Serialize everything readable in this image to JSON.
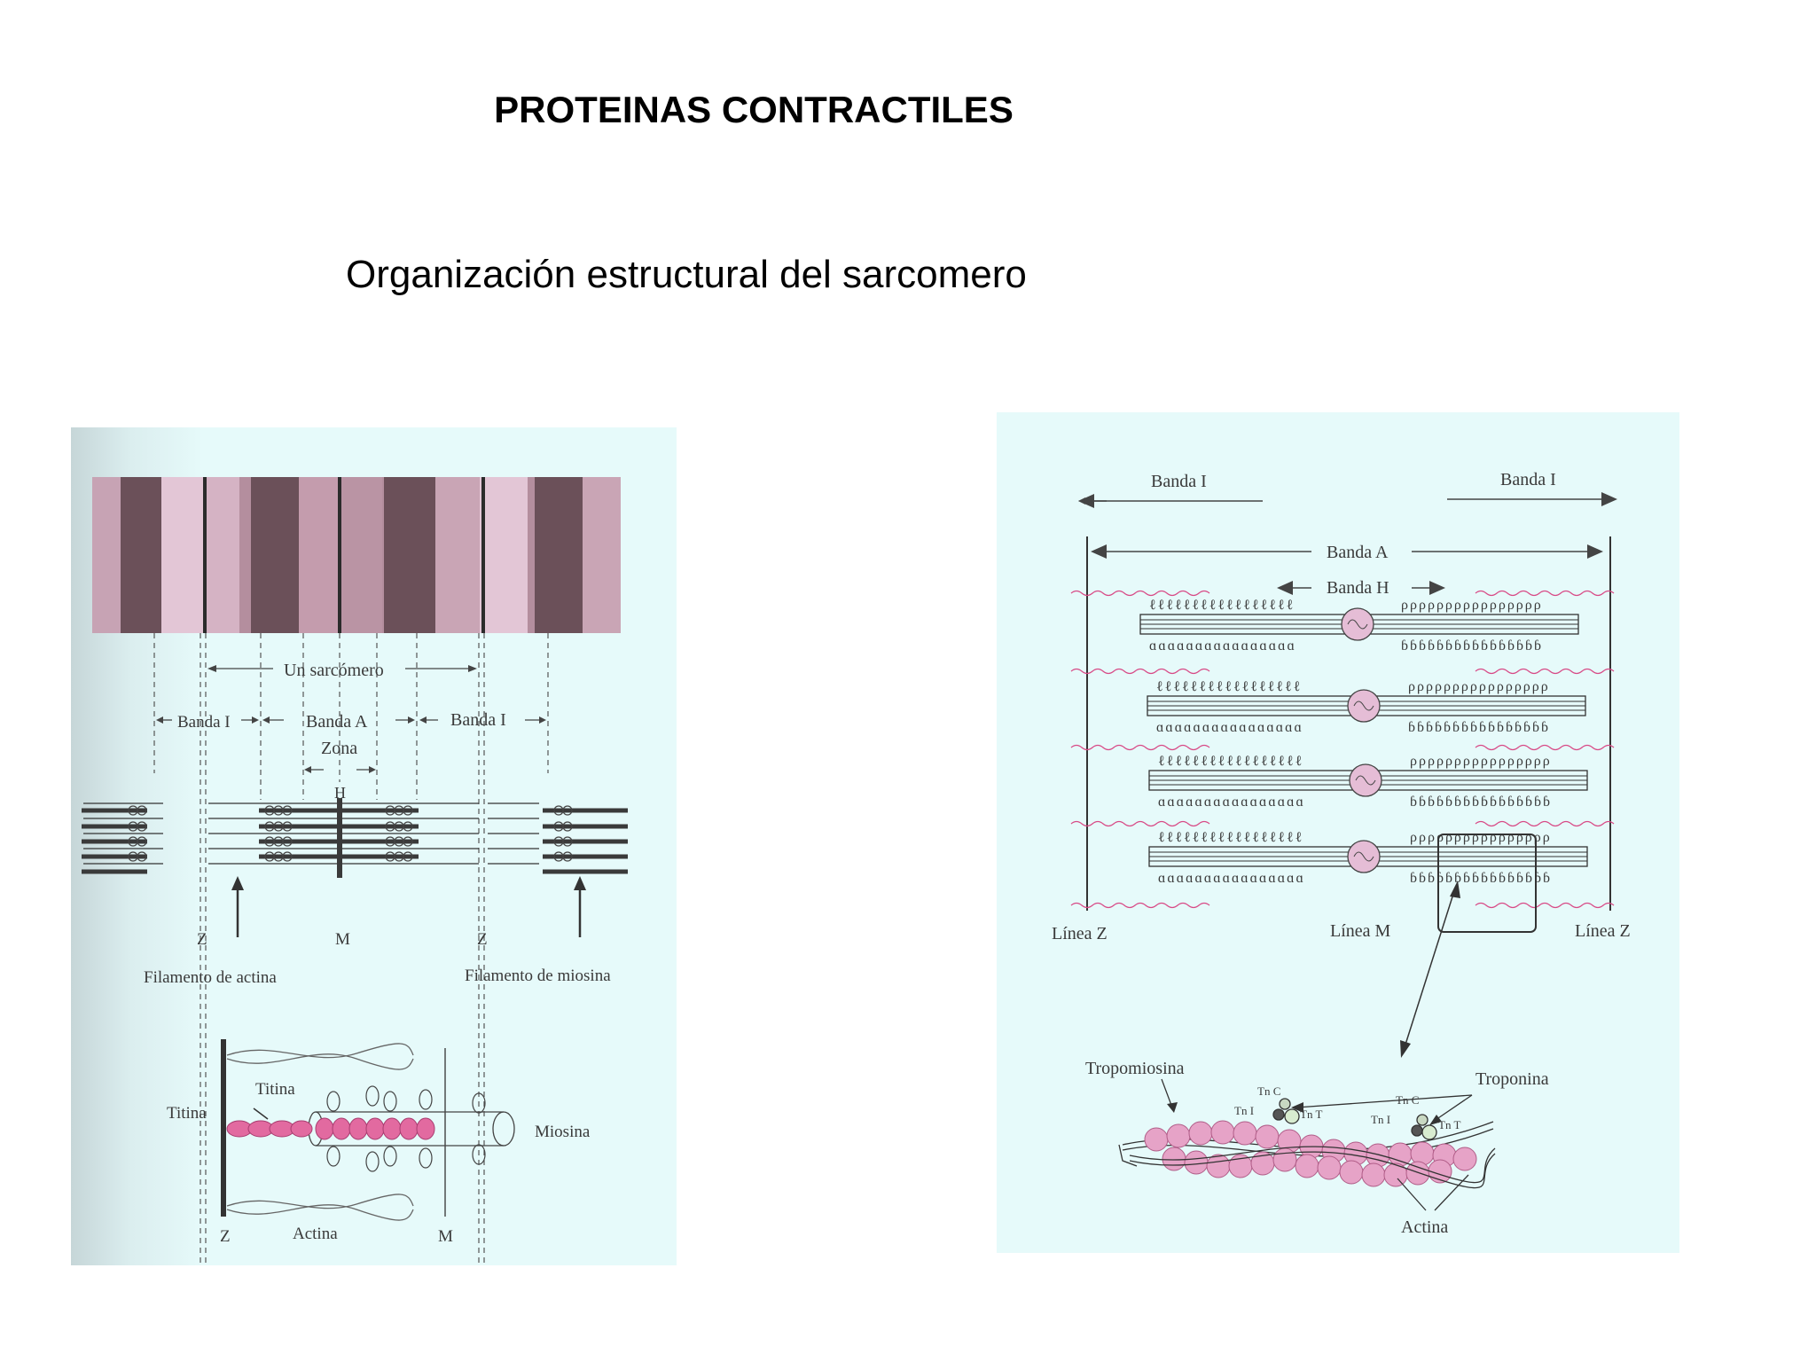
{
  "slide": {
    "title": "PROTEINAS CONTRACTILES",
    "subtitle": "Organización estructural del sarcomero"
  },
  "left_diagram": {
    "sarcomere_label": "Un sarcómero",
    "band_i_left": "Banda I",
    "band_a": "Banda A",
    "zona": "Zona",
    "h": "H",
    "band_i_right": "Banda I",
    "z_left": "Z",
    "m": "M",
    "z_right": "Z",
    "actin_filament": "Filamento de actina",
    "myosin_filament": "Filamento de miosina",
    "titina_top": "Titina",
    "titina_left": "Titina",
    "miosina": "Miosina",
    "z_bottom": "Z",
    "actina": "Actina",
    "m_bottom": "M"
  },
  "right_diagram": {
    "band_i_left": "Banda I",
    "band_i_right": "Banda I",
    "band_a": "Banda A",
    "band_h": "Banda H",
    "linea_z_left": "Línea Z",
    "linea_m": "Línea M",
    "linea_z_right": "Línea Z",
    "tropomiosina": "Tropomiosina",
    "troponina": "Troponina",
    "tn_c_1": "Tn C",
    "tn_i_1": "Tn I",
    "tn_t_1": "Tn T",
    "tn_c_2": "Tn C",
    "tn_i_2": "Tn I",
    "tn_t_2": "Tn T",
    "actina": "Actina"
  },
  "colors": {
    "panel_bg": "#e6fafa",
    "stripe_dark": "#6b5059",
    "stripe_mid": "#b48e9e",
    "stripe_light": "#e3c6d6",
    "pink": "#e26aa0",
    "line": "#3c3c3c"
  }
}
